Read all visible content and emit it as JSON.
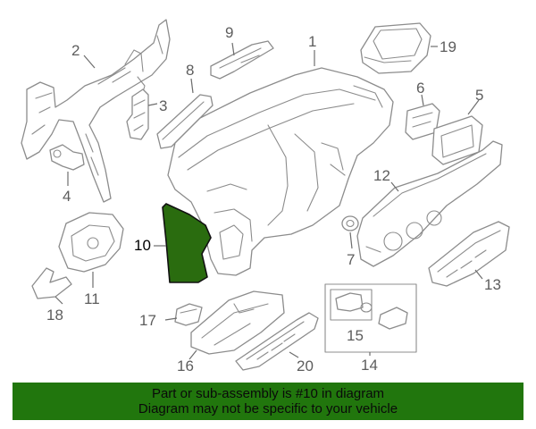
{
  "diagram": {
    "highlight_color": "#2a6c0f",
    "callouts": [
      "1",
      "2",
      "3",
      "4",
      "5",
      "6",
      "7",
      "8",
      "9",
      "10",
      "11",
      "12",
      "13",
      "14",
      "15",
      "16",
      "17",
      "18",
      "19",
      "20"
    ]
  },
  "banner": {
    "background": "#21760d",
    "line1": "Part or sub-assembly is #10 in diagram",
    "line2": "Diagram may not be specific to your vehicle"
  }
}
